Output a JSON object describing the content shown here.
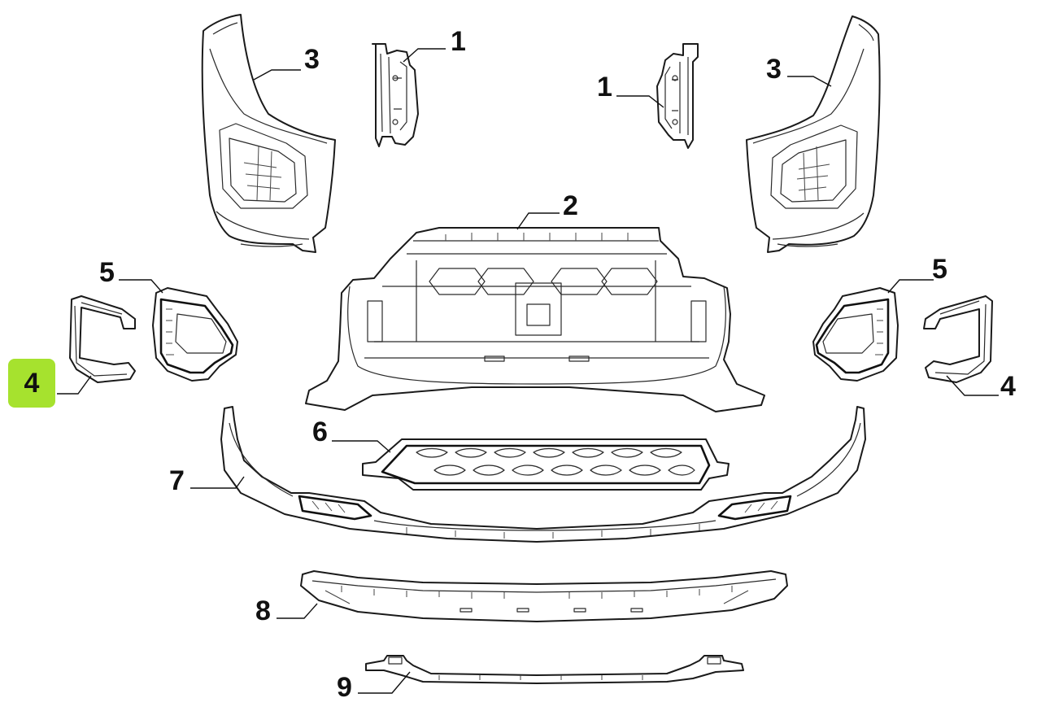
{
  "diagram": {
    "callouts": {
      "c1_left": "1",
      "c1_right": "1",
      "c2": "2",
      "c3_left": "3",
      "c3_right": "3",
      "c4_left": "4",
      "c4_right": "4",
      "c5_left": "5",
      "c5_right": "5",
      "c6": "6",
      "c7": "7",
      "c8": "8",
      "c9": "9"
    },
    "highlight": {
      "label": "4",
      "color": "#a6e22e"
    }
  }
}
